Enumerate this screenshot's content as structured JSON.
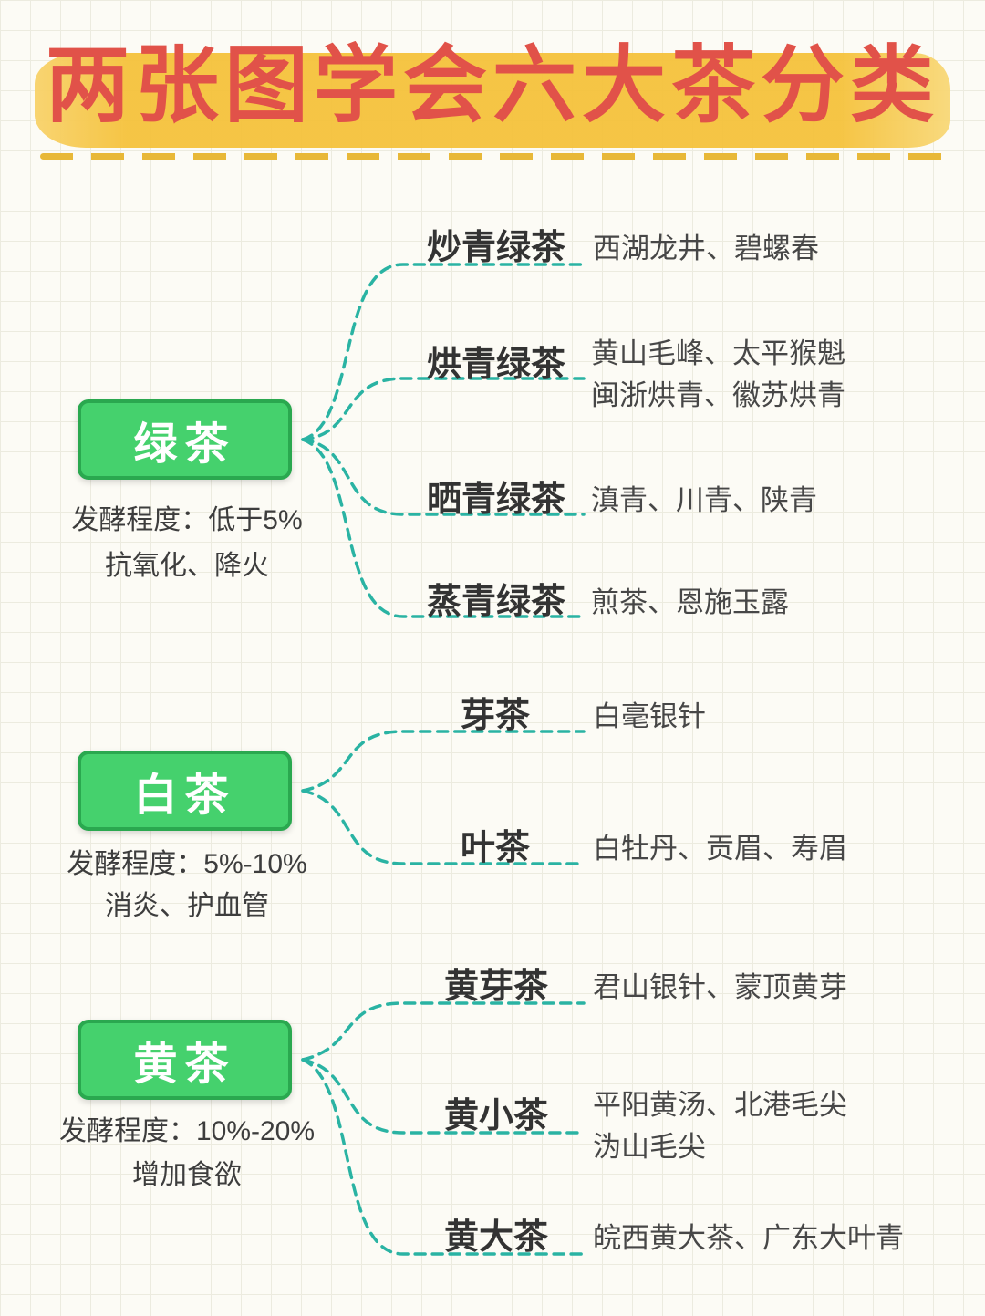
{
  "title": "两张图学会六大茶分类",
  "colors": {
    "title_red": "#e15249",
    "highlight_yellow": "#f5c23c",
    "box_green": "#45d16d",
    "box_border_green": "#2aa84f",
    "connector_teal": "#2ab3a3"
  },
  "sections": [
    {
      "name": "绿茶",
      "fermentation": "发酵程度：低于5%",
      "benefits": "抗氧化、降火",
      "branches": [
        {
          "label": "炒青绿茶",
          "desc": "西湖龙井、碧螺春"
        },
        {
          "label": "烘青绿茶",
          "desc": "黄山毛峰、太平猴魁",
          "desc2": "闽浙烘青、徽苏烘青"
        },
        {
          "label": "晒青绿茶",
          "desc": "滇青、川青、陕青"
        },
        {
          "label": "蒸青绿茶",
          "desc": "煎茶、恩施玉露"
        }
      ]
    },
    {
      "name": "白茶",
      "fermentation": "发酵程度：5%-10%",
      "benefits": "消炎、护血管",
      "branches": [
        {
          "label": "芽茶",
          "desc": "白毫银针"
        },
        {
          "label": "叶茶",
          "desc": "白牡丹、贡眉、寿眉"
        }
      ]
    },
    {
      "name": "黄茶",
      "fermentation": "发酵程度：10%-20%",
      "benefits": "增加食欲",
      "branches": [
        {
          "label": "黄芽茶",
          "desc": "君山银针、蒙顶黄芽"
        },
        {
          "label": "黄小茶",
          "desc": "平阳黄汤、北港毛尖",
          "desc2": "沩山毛尖"
        },
        {
          "label": "黄大茶",
          "desc": "皖西黄大茶、广东大叶青"
        }
      ]
    }
  ]
}
